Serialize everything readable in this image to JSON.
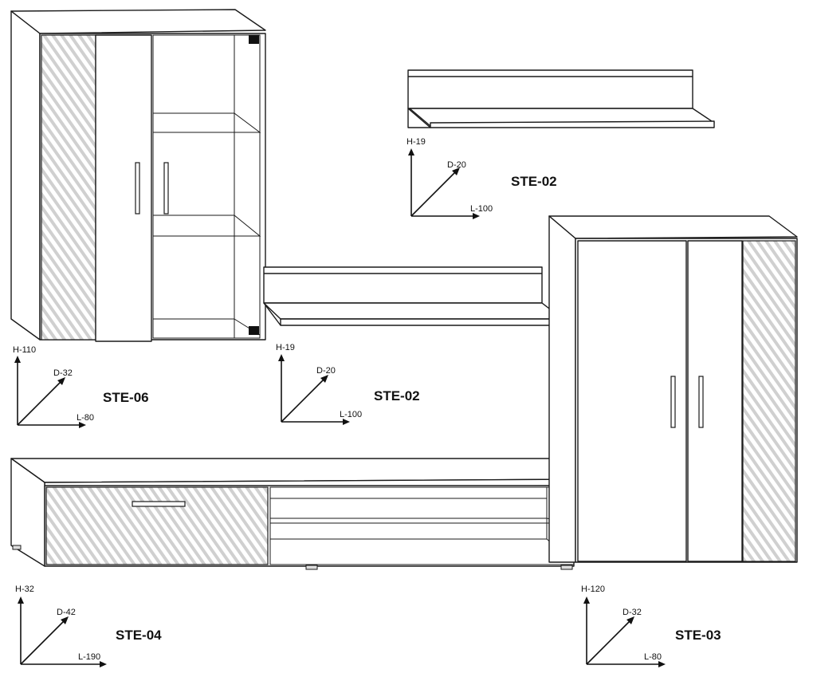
{
  "modules": {
    "ste06": {
      "name": "STE-06",
      "h": "H-110",
      "d": "D-32",
      "l": "L-80"
    },
    "ste02_top": {
      "name": "STE-02",
      "h": "H-19",
      "d": "D-20",
      "l": "L-100"
    },
    "ste02_mid": {
      "name": "STE-02",
      "h": "H-19",
      "d": "D-20",
      "l": "L-100"
    },
    "ste04": {
      "name": "STE-04",
      "h": "H-32",
      "d": "D-42",
      "l": "L-190"
    },
    "ste03": {
      "name": "STE-03",
      "h": "H-120",
      "d": "D-32",
      "l": "L-80"
    }
  },
  "colors": {
    "line": "#1a1a1a",
    "hatch": "#c8c8c8",
    "background": "#ffffff"
  }
}
